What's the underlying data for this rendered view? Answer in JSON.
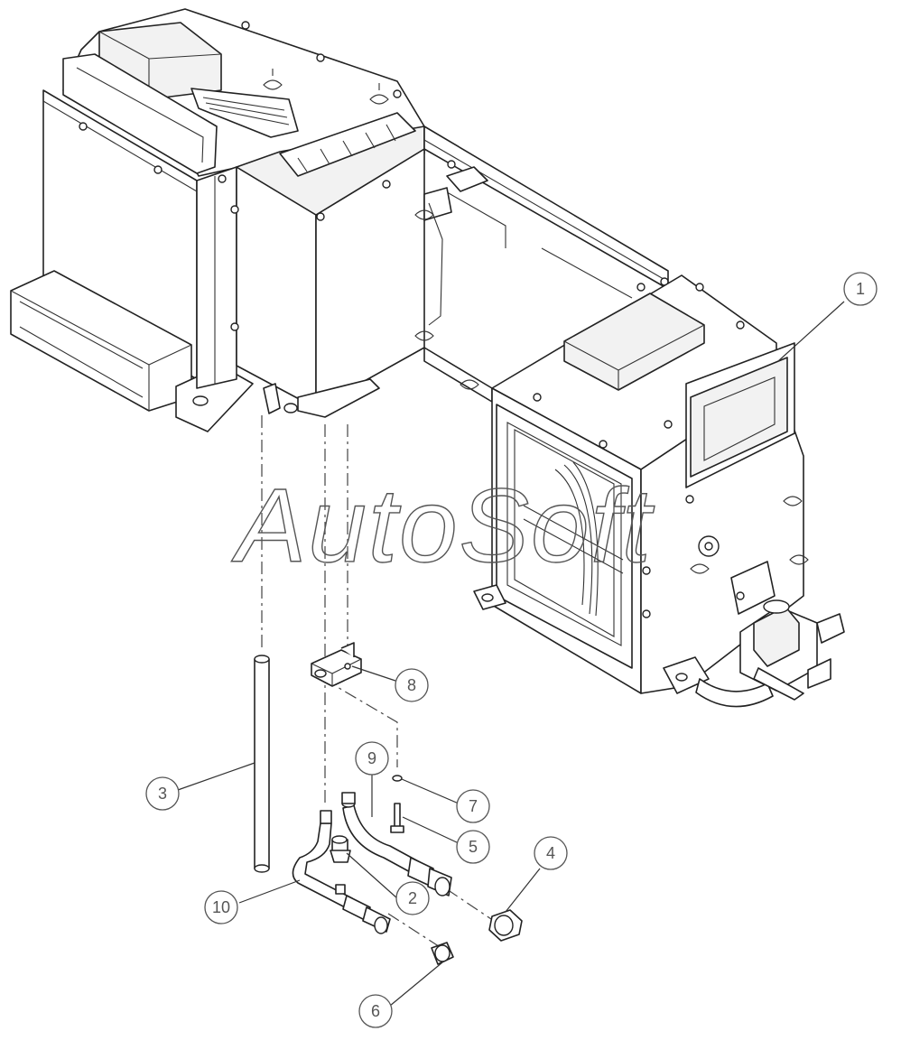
{
  "watermark": "AutoSoft",
  "callouts": [
    {
      "id": "callout-1",
      "label": "1"
    },
    {
      "id": "callout-2",
      "label": "2"
    },
    {
      "id": "callout-3",
      "label": "3"
    },
    {
      "id": "callout-4",
      "label": "4"
    },
    {
      "id": "callout-5",
      "label": "5"
    },
    {
      "id": "callout-6",
      "label": "6"
    },
    {
      "id": "callout-7",
      "label": "7"
    },
    {
      "id": "callout-8",
      "label": "8"
    },
    {
      "id": "callout-9",
      "label": "9"
    },
    {
      "id": "callout-10",
      "label": "10"
    }
  ],
  "colors": {
    "line": "#222222",
    "label": "#555555",
    "background": "#ffffff"
  }
}
